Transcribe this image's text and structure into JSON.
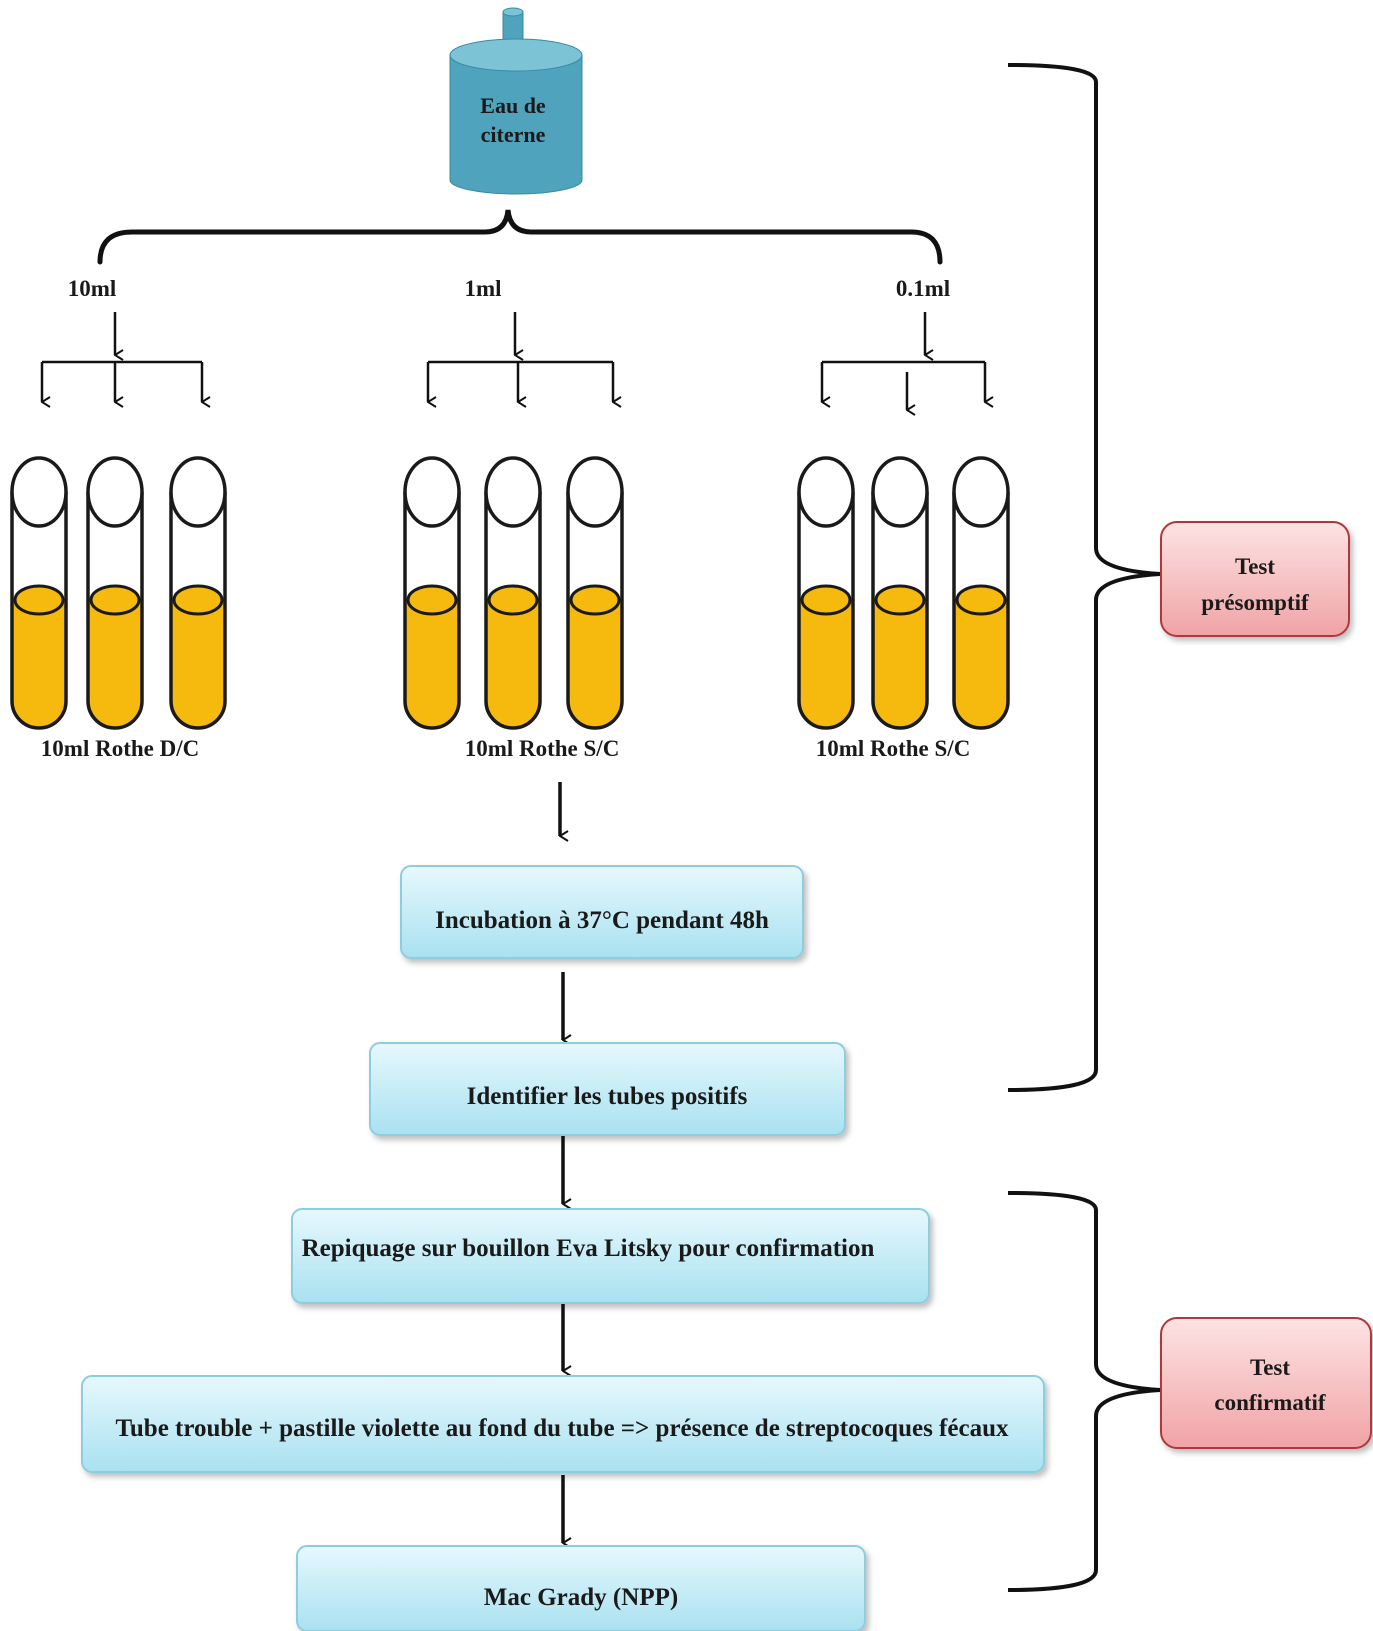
{
  "source": {
    "label_line1": "Eau de",
    "label_line2": "citerne"
  },
  "volumes": [
    "10ml",
    "1ml",
    "0.1ml"
  ],
  "tube_group_labels": [
    "10ml Rothe D/C",
    "10ml Rothe S/C",
    "10ml Rothe S/C"
  ],
  "steps": [
    "Incubation à 37°C pendant 48h",
    "Identifier les tubes positifs",
    "Repiquage sur  bouillon Eva Litsky pour confirmation",
    "Tube trouble + pastille violette au fond du tube  =>  présence de streptocoques fécaux",
    "Mac Grady (NPP)"
  ],
  "phase_labels": {
    "presumptive_line1": "Test",
    "presumptive_line2": "présomptif",
    "confirmative_line1": "Test",
    "confirmative_line2": "confirmatif"
  },
  "colors": {
    "cylinder": "#4fa3bc",
    "cylinder_top": "#7cc3d6",
    "step_box_top": "#e6f8fd",
    "step_box_bottom": "#a9e1f0",
    "step_box_border": "#8ccde0",
    "phase_box_top": "#fde3e3",
    "phase_box_bottom": "#f0a3a6",
    "phase_box_border": "#b0373d",
    "broth": "#f6b90e",
    "tube_outline": "#1a1a1a"
  }
}
